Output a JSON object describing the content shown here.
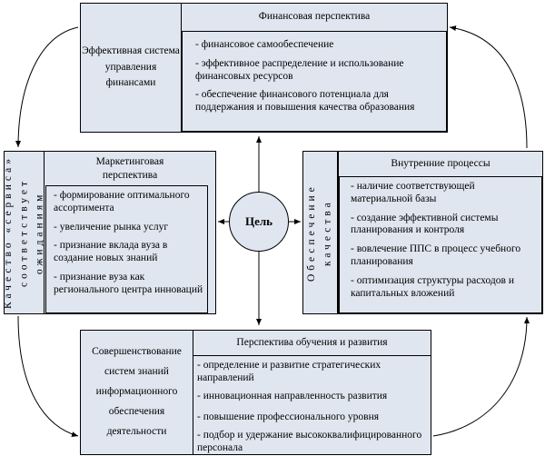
{
  "goal": "Цель",
  "financial": {
    "side": "Эффективная система управления финансами",
    "title": "Финансовая перспектива",
    "items": [
      "- финансовое самообеспечение",
      "- эффективное распределение и использование финансовых ресурсов",
      "- обеспечение финансового потенциала для поддержания и повышения качества образования"
    ]
  },
  "marketing": {
    "side": "Качество «сервиса» соответствует ожиданиям",
    "title": "Маркетинговая перспектива",
    "items": [
      "- формирование оптимального ассортимента",
      "- увеличение рынка услуг",
      "- признание вклада вуза в создание новых знаний",
      "- признание вуза как регионального центра инноваций"
    ]
  },
  "internal": {
    "side": "Обеспечение качества",
    "title": "Внутренние процессы",
    "items": [
      "- наличие соответствующей материальной базы",
      "- создание эффективной системы планирования и контроля",
      "- вовлечение ППС в процесс учебного планирования",
      "- оптимизация структуры расходов и капитальных вложений"
    ]
  },
  "learning": {
    "side": "Совершенствование систем знаний информационного обеспечения деятельности",
    "title": "Перспектива обучения и развития",
    "items": [
      "- определение и развитие стратегических направлений",
      "- инновационная направленность развития",
      "- повышение профессионального уровня",
      "- подбор и удержание высококвалифицированного персонала"
    ]
  }
}
